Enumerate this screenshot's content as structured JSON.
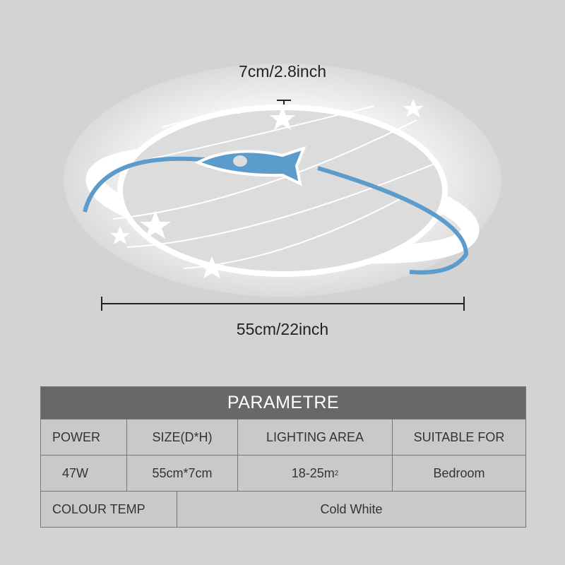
{
  "dimensions": {
    "height_label": "7cm/2.8inch",
    "diameter_label": "55cm/22inch"
  },
  "product": {
    "illustration": "planet-rocket-ceiling-lamp-icon",
    "accent_color": "#5b9ccc"
  },
  "table": {
    "title": "PARAMETRE",
    "headers": [
      "POWER",
      "SIZE(D*H)",
      "LIGHTING  AREA",
      "SUITABLE  FOR"
    ],
    "values": [
      "47W",
      "55cm*7cm",
      "18-25m",
      "Bedroom"
    ],
    "area_superscript": "2",
    "colour_temp_label": "COLOUR  TEMP",
    "colour_temp_value": "Cold  White"
  }
}
